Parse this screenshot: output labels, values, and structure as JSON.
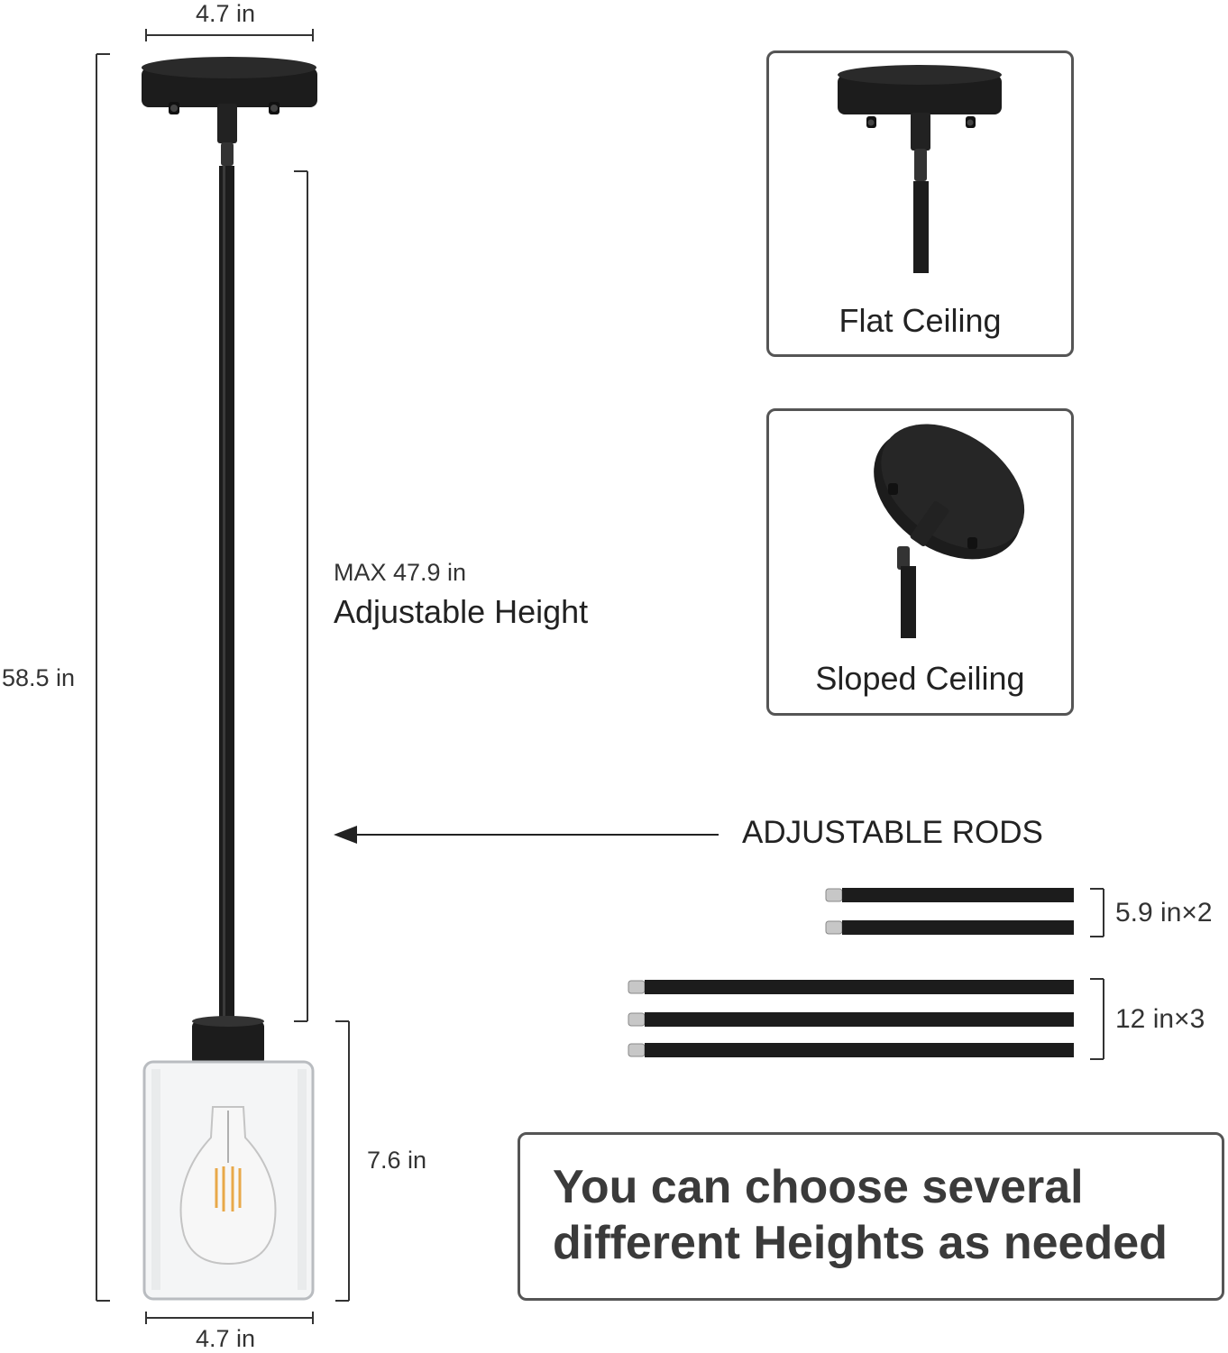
{
  "dimensions": {
    "top_width": "4.7 in",
    "bottom_width": "4.7 in",
    "total_height": "58.5 in",
    "max_label": "MAX 47.9 in",
    "adjustable_label": "Adjustable Height",
    "shade_height": "7.6 in"
  },
  "cards": {
    "flat": "Flat Ceiling",
    "sloped": "Sloped Ceiling"
  },
  "rods": {
    "title": "ADJUSTABLE RODS",
    "short_label": "5.9 in×2",
    "long_label": "12 in×3"
  },
  "note": {
    "line1": "You can choose several",
    "line2": "different Heights as needed"
  },
  "colors": {
    "fixture": "#1c1c1c",
    "frame": "#555555",
    "dimension_line": "#333333"
  }
}
